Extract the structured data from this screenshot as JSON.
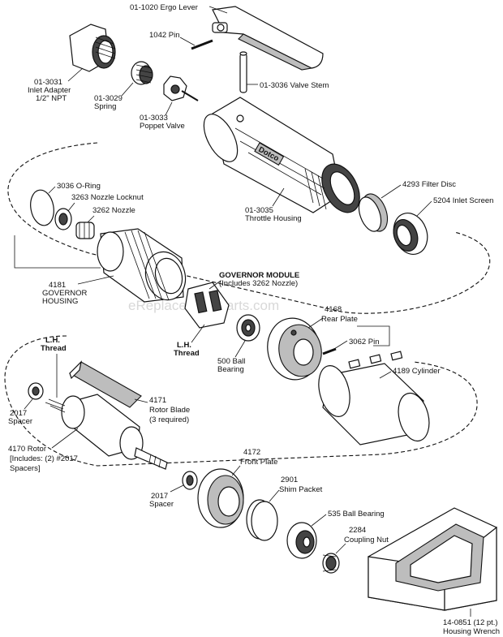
{
  "watermark": "eReplacementParts.com",
  "labels": {
    "ergo_lever": "01-1020 Ergo Lever",
    "pin_1042": "1042 Pin",
    "valve_stem": "01-3036 Valve Stem",
    "inlet_adapter_1": "01-3031",
    "inlet_adapter_2": "Inlet Adapter",
    "inlet_adapter_3": "1/2\" NPT",
    "spring_1": "01-3029",
    "spring_2": "Spring",
    "poppet_1": "01-3033",
    "poppet_2": "Poppet Valve",
    "throttle_1": "01-3035",
    "throttle_2": "Throttle Housing",
    "filter_disc": "4293 Filter Disc",
    "inlet_screen": "5204 Inlet Screen",
    "oring": "3036 O-Ring",
    "nozzle_locknut": "3263 Nozzle Locknut",
    "nozzle": "3262 Nozzle",
    "gov_housing_1": "4181",
    "gov_housing_2": "GOVERNOR",
    "gov_housing_3": "HOUSING",
    "gov_module_1": "GOVERNOR MODULE",
    "gov_module_2": "(Includes 3262 Nozzle)",
    "lh_thread_1a": "L.H.",
    "lh_thread_1b": "Thread",
    "rear_plate_1": "4168",
    "rear_plate_2": "Rear Plate",
    "pin_3062": "3062 Pin",
    "ball_bearing_500_1": "500 Ball",
    "ball_bearing_500_2": "Bearing",
    "cylinder": "4189 Cylinder",
    "lh_thread_2a": "L.H.",
    "lh_thread_2b": "Thread",
    "spacer_top_1": "2017",
    "spacer_top_2": "Spacer",
    "rotor_blade_1": "4171",
    "rotor_blade_2": "Rotor Blade",
    "rotor_blade_3": "(3 required)",
    "rotor_1": "4170 Rotor",
    "rotor_2": "[Includes: (2) #2017",
    "rotor_3": "Spacers]",
    "spacer_bot_1": "2017",
    "spacer_bot_2": "Spacer",
    "front_plate_1": "4172",
    "front_plate_2": "Front Plate",
    "shim_1": "2901",
    "shim_2": "Shim Packet",
    "ball_bearing_535": "535 Ball Bearing",
    "coupling_1": "2284",
    "coupling_2": "Coupling Nut",
    "wrench_1": "14-0851 (12 pt.)",
    "wrench_2": "Housing Wrench",
    "throttle_brand": "Dotco"
  }
}
